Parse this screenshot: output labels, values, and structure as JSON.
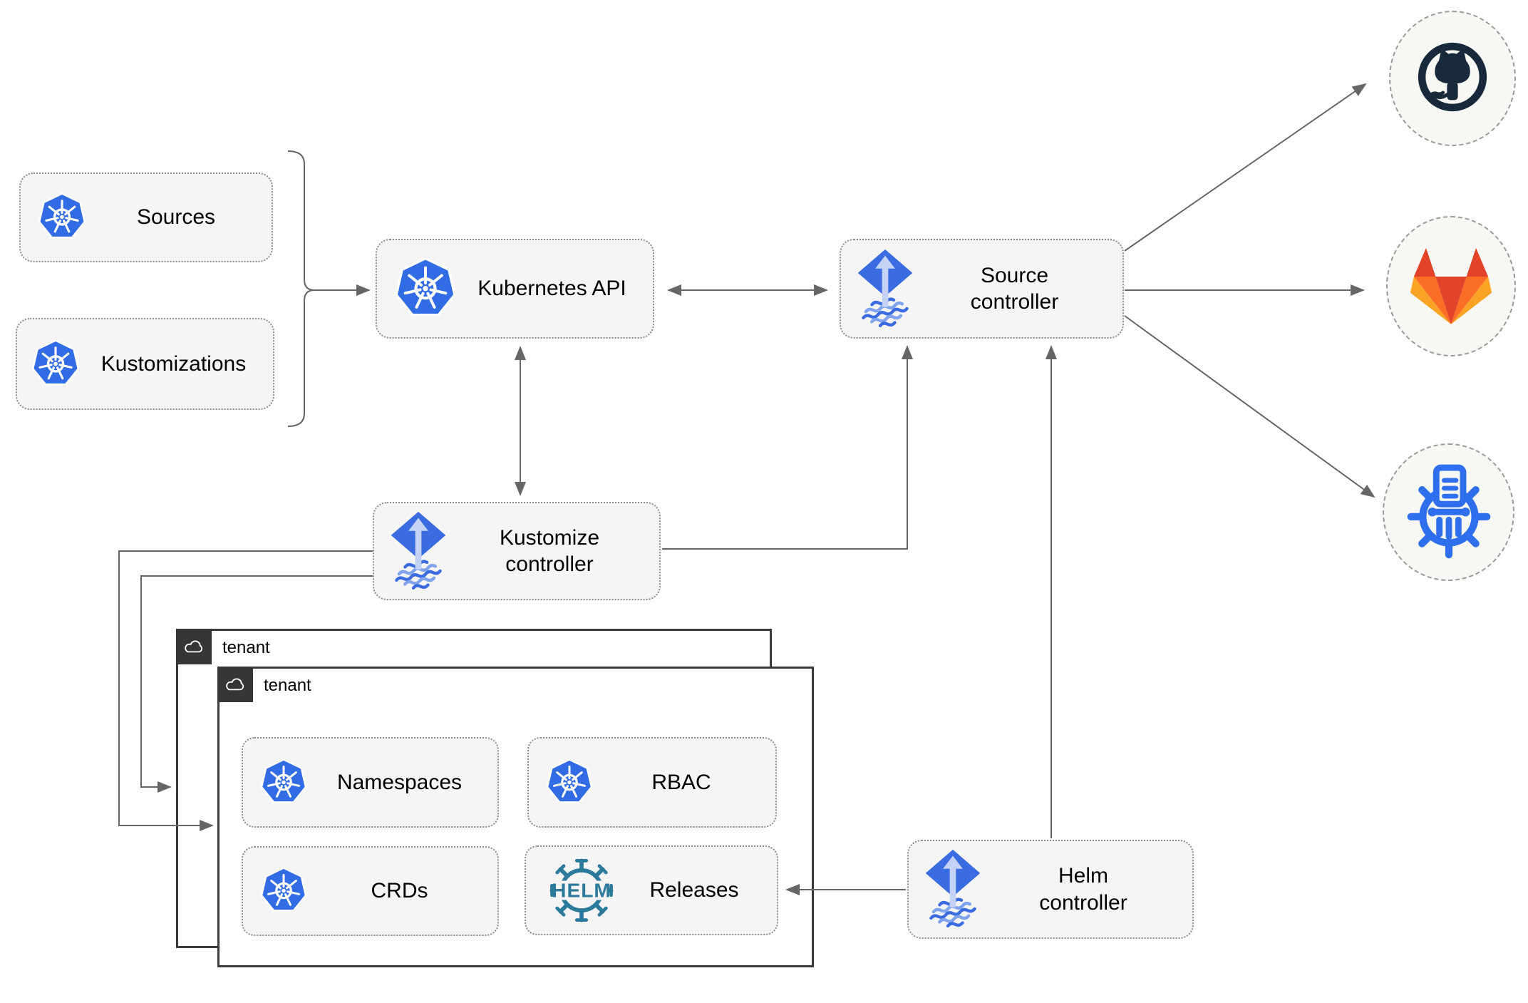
{
  "colors": {
    "c-k8s": "#326CE5",
    "c-flux": "#3B6BE0",
    "c-flux-wave2": "#7FA3EC",
    "c-flux-light": "#C3D2F5",
    "c-github": "#17293A",
    "c-gl-red": "#E24329",
    "c-gl-orange": "#FC6D26",
    "c-gl-yellow": "#FCA326",
    "c-cm": "#2F6FED",
    "c-helm": "#2B7A9B",
    "c-line": "#666666",
    "c-box-bg": "#F5F5F5",
    "c-box-border": "#8C8C8C",
    "c-tenant-border": "#3A3A3A",
    "c-tenant-corner": "#363636",
    "c-circle-bg": "#F7F7F3",
    "c-circle-border": "#9B9B9B"
  },
  "nodes": {
    "sources": {
      "label": "Sources"
    },
    "kustomizations": {
      "label": "Kustomizations"
    },
    "kubernetes_api": {
      "label": "Kubernetes API"
    },
    "source_controller": {
      "line1": "Source",
      "line2": "controller"
    },
    "kustomize_controller": {
      "line1": "Kustomize",
      "line2": "controller"
    },
    "helm_controller": {
      "line1": "Helm",
      "line2": "controller"
    },
    "tenant_outer": {
      "label": "tenant"
    },
    "tenant_inner": {
      "label": "tenant"
    },
    "namespaces": {
      "label": "Namespaces"
    },
    "rbac": {
      "label": "RBAC"
    },
    "crds": {
      "label": "CRDs"
    },
    "releases": {
      "label": "Releases",
      "helm_logo_text": "HELM"
    }
  },
  "icons": {
    "kubernetes": "kubernetes-wheel",
    "flux": "flux-arrow-diamond",
    "cloud": "cloud-outline",
    "github": "github-octocat",
    "gitlab": "gitlab-tanuki",
    "chartmuseum": "chartmuseum-column-wheel",
    "helm": "helm-ship-wheel"
  }
}
